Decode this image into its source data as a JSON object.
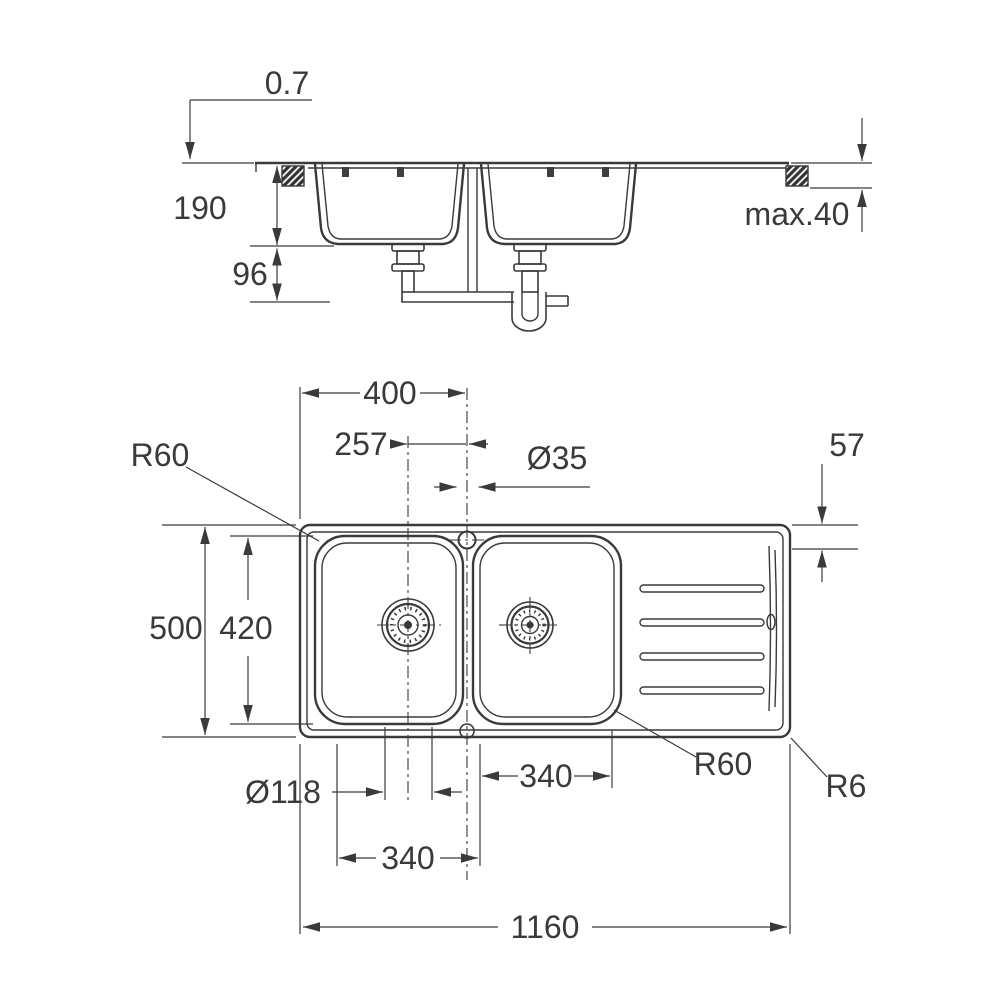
{
  "section_view": {
    "sheet_thickness": "0.7",
    "bowl_depth": "190",
    "clearance_below": "96",
    "max_counter_thickness": "max.40"
  },
  "plan_view": {
    "left_edge_to_tap_center": "400",
    "drain_to_tap_center": "257",
    "tap_hole_diameter": "Ø35",
    "top_edge_margin": "57",
    "bowl_corner_radius_top": "R60",
    "overall_depth": "500",
    "bowl_inner_depth": "420",
    "right_bowl_width": "340",
    "bowl_corner_radius_bottom": "R60",
    "outer_corner_radius": "R6",
    "drain_diameter": "Ø118",
    "left_bowl_width": "340",
    "overall_width": "1160"
  }
}
